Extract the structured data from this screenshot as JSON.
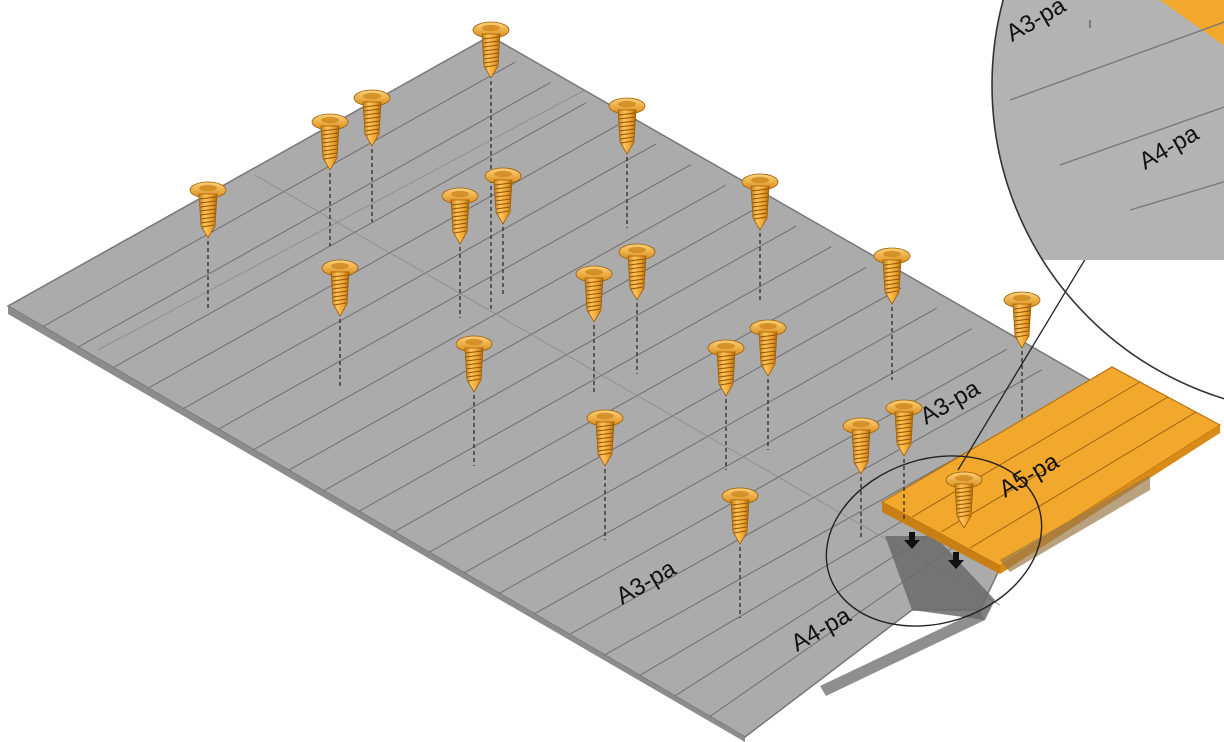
{
  "labels": {
    "main_a3": "A3-pa",
    "main_a4": "A4-pa",
    "main_a3_right": "A3-pa",
    "main_a5": "A5-pa",
    "zoom_a3": "A3-pa",
    "zoom_a4": "A4-pa"
  },
  "colors": {
    "panel_gray": "#a9a9a9",
    "panel_edge": "#7a7a7a",
    "panel_orange": "#f0a52a",
    "screw_orange": "#f2a52b",
    "screw_dark": "#c47e12",
    "callout_line": "#222222"
  },
  "icons": {
    "screw": "screw-icon",
    "arrow": "arrow-down-icon"
  }
}
